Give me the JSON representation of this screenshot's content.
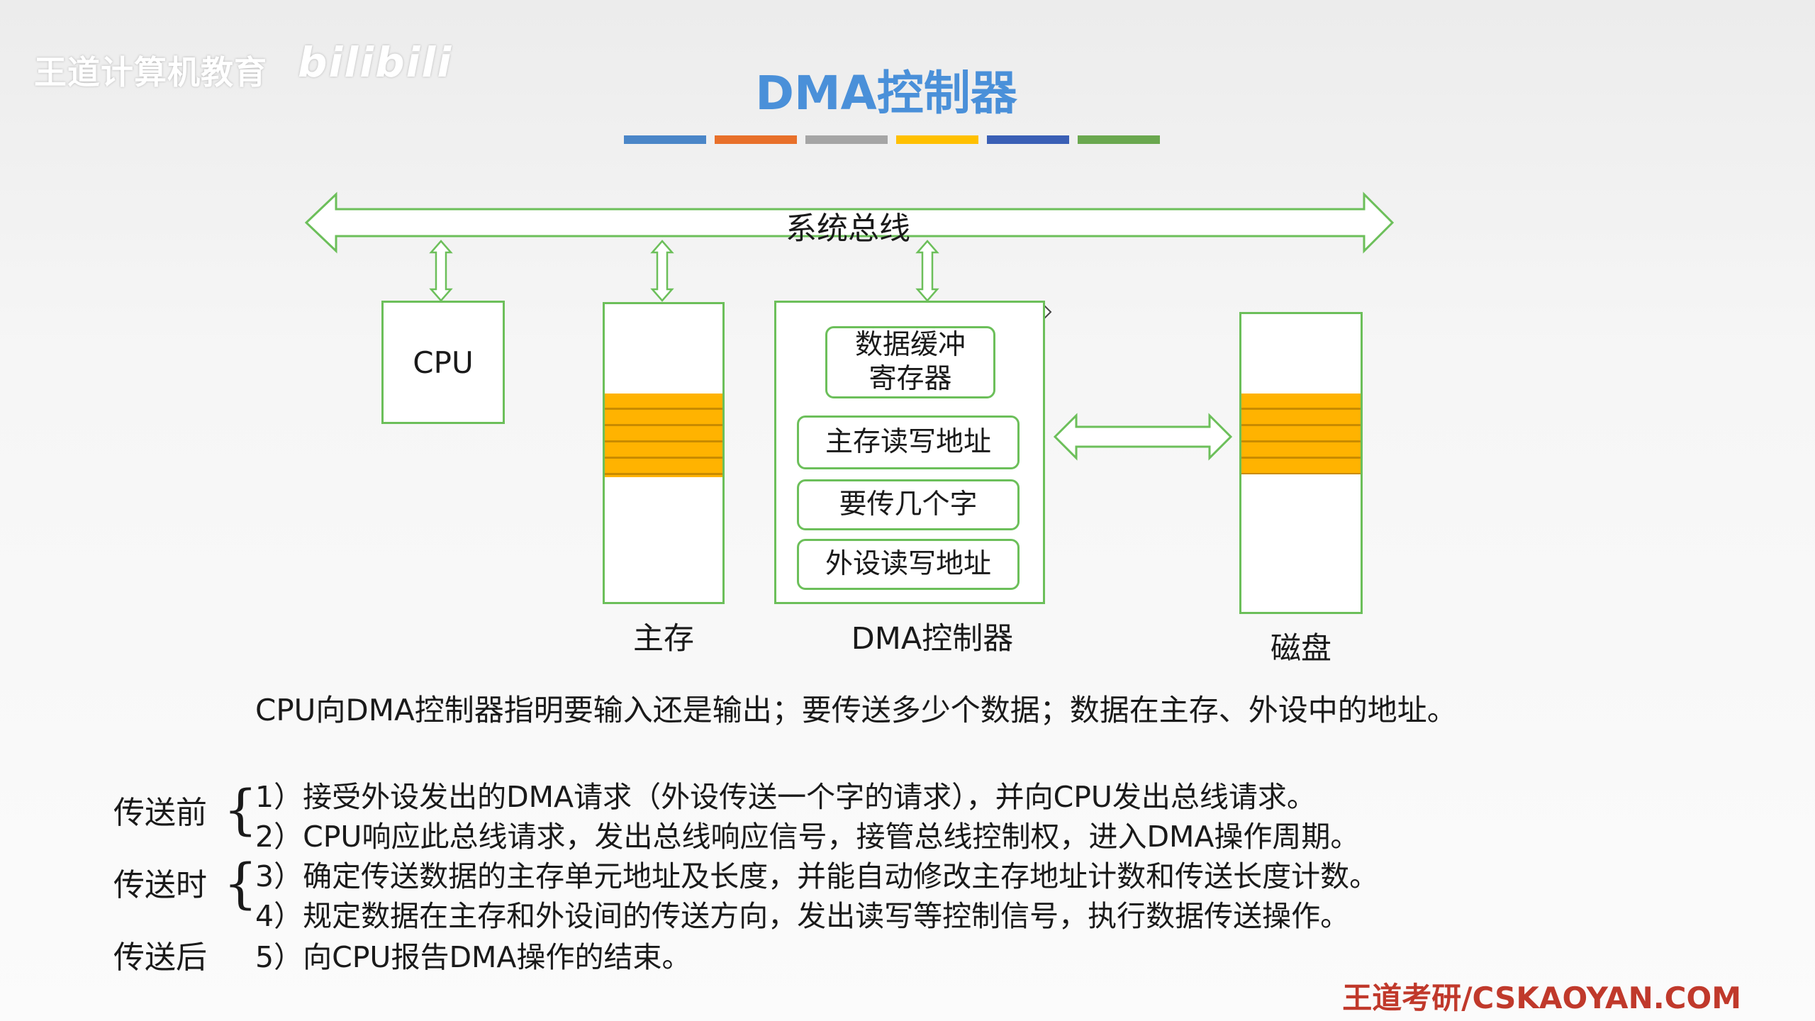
{
  "watermark": {
    "text": "王道计算机教育",
    "logo_text": "bilibili"
  },
  "title": "DMA控制器",
  "color_bars": [
    "#4a86c8",
    "#e8702a",
    "#a5a5a5",
    "#ffc000",
    "#3a5fb5",
    "#6aa84f"
  ],
  "diagram": {
    "bus_label": "系统总线",
    "cpu_label": "CPU",
    "memory_label": "主存",
    "dma_label": "DMA控制器",
    "disk_label": "磁盘",
    "dma_registers": [
      "数据缓冲\n寄存器",
      "主存读写地址",
      "要传几个字",
      "外设读写地址"
    ]
  },
  "sentence": "CPU向DMA控制器指明要输入还是输出；要传送多少个数据；数据在主存、外设中的地址。",
  "stages": {
    "before": "传送前",
    "during": "传送时",
    "after": "传送后",
    "brace": "{"
  },
  "steps": [
    "1）接受外设发出的DMA请求（外设传送一个字的请求），并向CPU发出总线请求。",
    "2）CPU响应此总线请求，发出总线响应信号，接管总线控制权，进入DMA操作周期。",
    "3）确定传送数据的主存单元地址及长度，并能自动修改主存地址计数和传送长度计数。",
    "4）规定数据在主存和外设间的传送方向，发出读写等控制信号，执行数据传送操作。",
    "5）向CPU报告DMA操作的结束。"
  ],
  "footer": "王道考研/CSKAOYAN.COM"
}
